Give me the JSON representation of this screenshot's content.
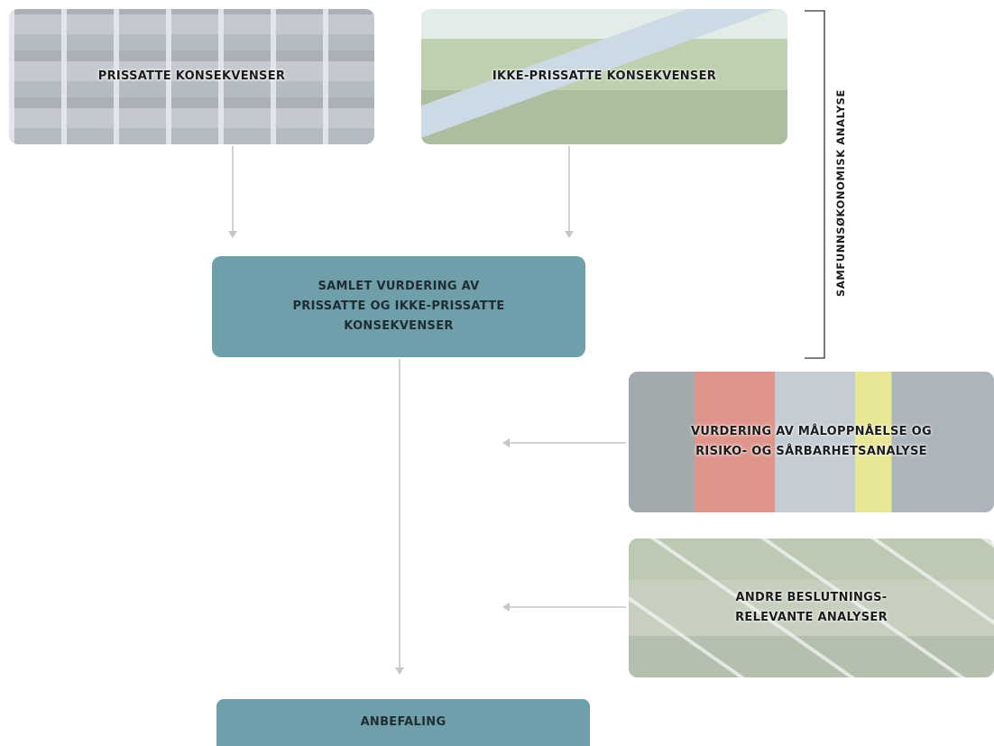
{
  "boxes": {
    "priced": "PRISSATTE KONSEKVENSER",
    "non_priced": "IKKE-PRISSATTE KONSEKVENSER",
    "combined_line1": "SAMLET VURDERING AV",
    "combined_line2": "PRISSATTE OG IKKE-PRISSATTE",
    "combined_line3": "KONSEKVENSER",
    "goal_line1": "VURDERING AV MÅLOPPNÅELSE OG",
    "goal_line2": "RISIKO- OG SÅRBARHETSANALYSE",
    "other_line1": "ANDRE BESLUTNINGS-",
    "other_line2": "RELEVANTE ANALYSER",
    "recommendation": "ANBEFALING"
  },
  "bracket_label": "SAMFUNNSØKONOMISK ANALYSE",
  "colors": {
    "teal_box": "#6f9fab",
    "connector": "#c2c8ca"
  }
}
